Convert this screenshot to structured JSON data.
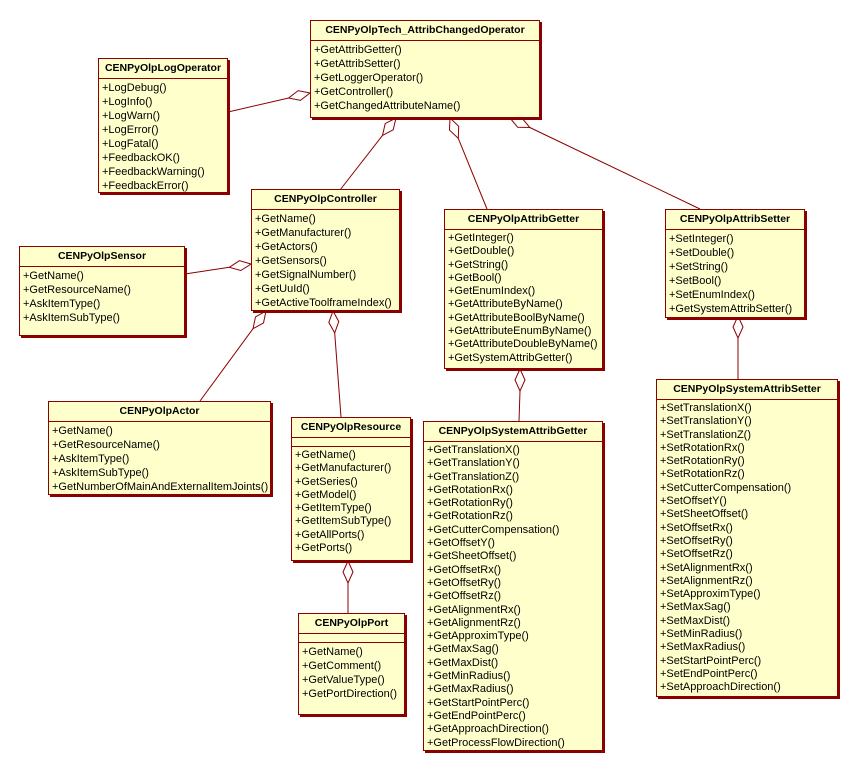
{
  "diagram_type": "uml-class-diagram",
  "colors": {
    "background": "#ffffff",
    "class_fill": "#ffffcc",
    "class_border": "#8b0000",
    "connector": "#8b0000",
    "text": "#000000"
  },
  "classes": [
    {
      "name": "CENPyOlpTech_AttribChangedOperator",
      "methods": [
        "+GetAttribGetter()",
        "+GetAttribSetter()",
        "+GetLoggerOperator()",
        "+GetController()",
        "+GetChangedAttributeName()"
      ]
    },
    {
      "name": "CENPyOlpLogOperator",
      "methods": [
        "+LogDebug()",
        "+LogInfo()",
        "+LogWarn()",
        "+LogError()",
        "+LogFatal()",
        "+FeedbackOK()",
        "+FeedbackWarning()",
        "+FeedbackError()"
      ]
    },
    {
      "name": "CENPyOlpController",
      "methods": [
        "+GetName()",
        "+GetManufacturer()",
        "+GetActors()",
        "+GetSensors()",
        "+GetSignalNumber()",
        "+GetUuId()",
        "+GetActiveToolframeIndex()"
      ]
    },
    {
      "name": "CENPyOlpAttribGetter",
      "methods": [
        "+GetInteger()",
        "+GetDouble()",
        "+GetString()",
        "+GetBool()",
        "+GetEnumIndex()",
        "+GetAttributeByName()",
        "+GetAttributeBoolByName()",
        "+GetAttributeEnumByName()",
        "+GetAttributeDoubleByName()",
        "+GetSystemAttribGetter()"
      ]
    },
    {
      "name": "CENPyOlpAttribSetter",
      "methods": [
        "+SetInteger()",
        "+SetDouble()",
        "+SetString()",
        "+SetBool()",
        "+SetEnumIndex()",
        "+GetSystemAttribSetter()"
      ]
    },
    {
      "name": "CENPyOlpSensor",
      "methods": [
        "+GetName()",
        "+GetResourceName()",
        "+AskItemType()",
        "+AskItemSubType()"
      ]
    },
    {
      "name": "CENPyOlpActor",
      "methods": [
        "+GetName()",
        "+GetResourceName()",
        "+AskItemType()",
        "+AskItemSubType()",
        "+GetNumberOfMainAndExternalItemJoints()"
      ]
    },
    {
      "name": "CENPyOlpResource",
      "methods": [
        "+GetName()",
        "+GetManufacturer()",
        "+GetSeries()",
        "+GetModel()",
        "+GetItemType()",
        "+GetItemSubType()",
        "+GetAllPorts()",
        "+GetPorts()"
      ]
    },
    {
      "name": "CENPyOlpSystemAttribGetter",
      "methods": [
        "+GetTranslationX()",
        "+GetTranslationY()",
        "+GetTranslationZ()",
        "+GetRotationRx()",
        "+GetRotationRy()",
        "+GetRotationRz()",
        "+GetCutterCompensation()",
        "+GetOffsetY()",
        "+GetSheetOffset()",
        "+GetOffsetRx()",
        "+GetOffsetRy()",
        "+GetOffsetRz()",
        "+GetAlignmentRx()",
        "+GetAlignmentRz()",
        "+GetApproximType()",
        "+GetMaxSag()",
        "+GetMaxDist()",
        "+GetMinRadius()",
        "+GetMaxRadius()",
        "+GetStartPointPerc()",
        "+GetEndPointPerc()",
        "+GetApproachDirection()",
        "+GetProcessFlowDirection()"
      ]
    },
    {
      "name": "CENPyOlpSystemAttribSetter",
      "methods": [
        "+SetTranslationX()",
        "+SetTranslationY()",
        "+SetTranslationZ()",
        "+SetRotationRx()",
        "+SetRotationRy()",
        "+SetRotationRz()",
        "+SetCutterCompensation()",
        "+SetOffsetY()",
        "+SetSheetOffset()",
        "+SetOffsetRx()",
        "+SetOffsetRy()",
        "+SetOffsetRz()",
        "+SetAlignmentRx()",
        "+SetAlignmentRz()",
        "+SetApproximType()",
        "+SetMaxSag()",
        "+SetMaxDist()",
        "+SetMinRadius()",
        "+SetMaxRadius()",
        "+SetStartPointPerc()",
        "+SetEndPointPerc()",
        "+SetApproachDirection()"
      ]
    },
    {
      "name": "CENPyOlpPort",
      "methods": [
        "+GetName()",
        "+GetComment()",
        "+GetValueType()",
        "+GetPortDirection()"
      ]
    }
  ],
  "relations": [
    {
      "type": "aggregation",
      "whole": "CENPyOlpTech_AttribChangedOperator",
      "part": "CENPyOlpLogOperator"
    },
    {
      "type": "aggregation",
      "whole": "CENPyOlpTech_AttribChangedOperator",
      "part": "CENPyOlpController"
    },
    {
      "type": "aggregation",
      "whole": "CENPyOlpTech_AttribChangedOperator",
      "part": "CENPyOlpAttribGetter"
    },
    {
      "type": "aggregation",
      "whole": "CENPyOlpTech_AttribChangedOperator",
      "part": "CENPyOlpAttribSetter"
    },
    {
      "type": "aggregation",
      "whole": "CENPyOlpController",
      "part": "CENPyOlpSensor"
    },
    {
      "type": "aggregation",
      "whole": "CENPyOlpController",
      "part": "CENPyOlpActor"
    },
    {
      "type": "aggregation",
      "whole": "CENPyOlpController",
      "part": "CENPyOlpResource"
    },
    {
      "type": "aggregation",
      "whole": "CENPyOlpAttribGetter",
      "part": "CENPyOlpSystemAttribGetter"
    },
    {
      "type": "aggregation",
      "whole": "CENPyOlpAttribSetter",
      "part": "CENPyOlpSystemAttribSetter"
    },
    {
      "type": "aggregation",
      "whole": "CENPyOlpResource",
      "part": "CENPyOlpPort"
    }
  ]
}
